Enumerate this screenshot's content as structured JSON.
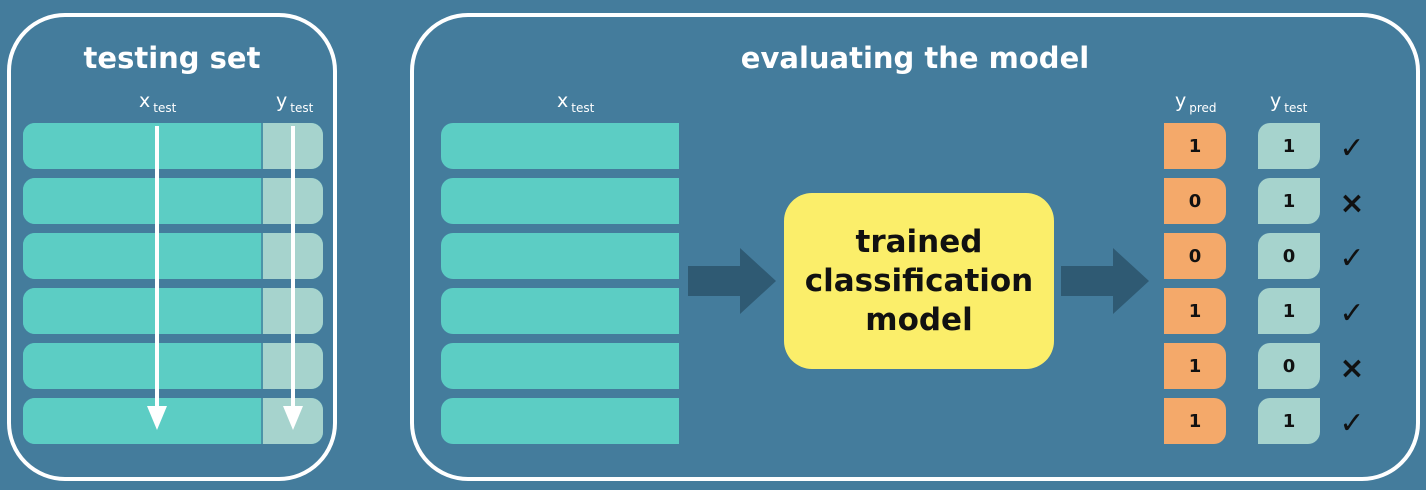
{
  "left_panel": {
    "title": "testing set",
    "x_label": "x",
    "x_sub": "test",
    "y_label": "y",
    "y_sub": "test"
  },
  "right_panel": {
    "title": "evaluating the model",
    "x_label": "x",
    "x_sub": "test",
    "pred_label": "y",
    "pred_sub": "pred",
    "actual_label": "y",
    "actual_sub": "test",
    "model_lines": [
      "trained",
      "classification",
      "model"
    ]
  },
  "results": [
    {
      "pred": "1",
      "actual": "1",
      "mark": "✓",
      "correct": true
    },
    {
      "pred": "0",
      "actual": "1",
      "mark": "×",
      "correct": false
    },
    {
      "pred": "0",
      "actual": "0",
      "mark": "✓",
      "correct": true
    },
    {
      "pred": "1",
      "actual": "1",
      "mark": "✓",
      "correct": true
    },
    {
      "pred": "1",
      "actual": "0",
      "mark": "×",
      "correct": false
    },
    {
      "pred": "1",
      "actual": "1",
      "mark": "✓",
      "correct": true
    }
  ],
  "colors": {
    "background": "#447c9c",
    "feature_row": "#5ccdc4",
    "label_cell": "#a6d3cd",
    "prediction_cell": "#f4a96a",
    "model_box": "#fbee6a",
    "arrow": "#2f5a73"
  }
}
